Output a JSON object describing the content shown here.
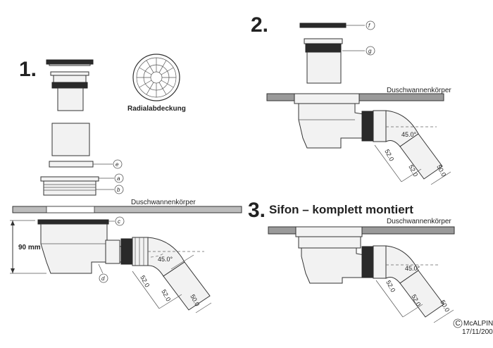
{
  "steps": {
    "step1_number": "1.",
    "step2_number": "2.",
    "step3_number": "3.",
    "step3_title": "Sifon – komplett montiert"
  },
  "labels": {
    "radial_cover": "Radialabdeckung",
    "shower_body_1": "Duschwannenkörper",
    "shower_body_2": "Duschwannenkörper",
    "shower_body_3": "Duschwannenkörper",
    "height_90": "90 mm"
  },
  "part_tags": {
    "a": "a",
    "b": "b",
    "c": "c",
    "d": "d",
    "e": "e",
    "f": "f",
    "g": "g"
  },
  "dimensions": {
    "angle_1": "45.0°",
    "d520_1a": "52.0",
    "d520_1b": "52.0",
    "d500_1": "50.0",
    "angle_2": "45.0°",
    "d520_2a": "52.0",
    "d520_2b": "52.0",
    "d500_2": "50.0",
    "angle_3": "45.0°",
    "d520_3a": "52.0",
    "d520_3b": "52.0",
    "d500_3": "50.0"
  },
  "copyright": {
    "symbol": "C",
    "brand": "McALPIN",
    "date": "17/11/200"
  }
}
